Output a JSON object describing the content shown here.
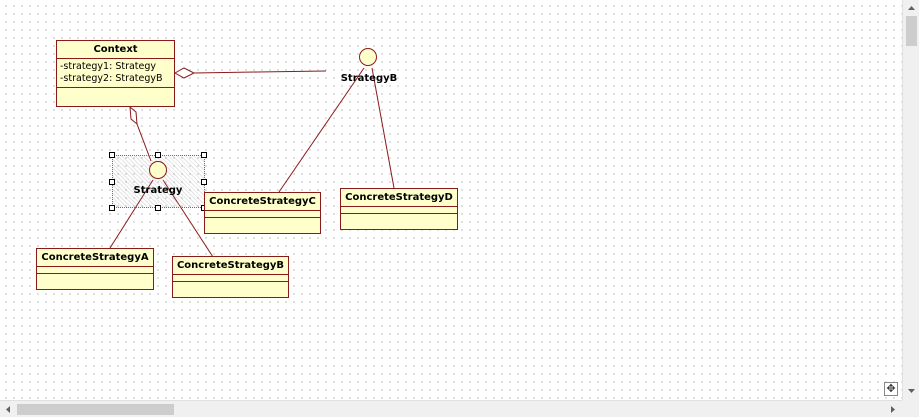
{
  "diagram": {
    "classes": [
      {
        "id": "context",
        "name": "Context",
        "attributes": [
          "-strategy1: Strategy",
          "-strategy2: StrategyB"
        ]
      },
      {
        "id": "csa",
        "name": "ConcreteStrategyA",
        "attributes": []
      },
      {
        "id": "csb",
        "name": "ConcreteStrategyB",
        "attributes": []
      },
      {
        "id": "csc",
        "name": "ConcreteStrategyC",
        "attributes": []
      },
      {
        "id": "csd",
        "name": "ConcreteStrategyD",
        "attributes": []
      }
    ],
    "interfaces": [
      {
        "id": "strategy",
        "name": "Strategy",
        "selected": true
      },
      {
        "id": "strategyb",
        "name": "StrategyB",
        "selected": false
      }
    ],
    "relations": [
      {
        "type": "aggregation",
        "from": "context",
        "to": "strategy"
      },
      {
        "type": "aggregation",
        "from": "context",
        "to": "strategyb"
      },
      {
        "type": "realization",
        "from": "csa",
        "to": "strategy"
      },
      {
        "type": "realization",
        "from": "csb",
        "to": "strategy"
      },
      {
        "type": "realization",
        "from": "csc",
        "to": "strategyb"
      },
      {
        "type": "realization",
        "from": "csd",
        "to": "strategyb"
      }
    ],
    "colors": {
      "fill": "#ffffcc",
      "border": "#8b1a1a",
      "line": "#8b1a1a"
    }
  },
  "icons": {
    "pan": "pan-move-icon"
  }
}
